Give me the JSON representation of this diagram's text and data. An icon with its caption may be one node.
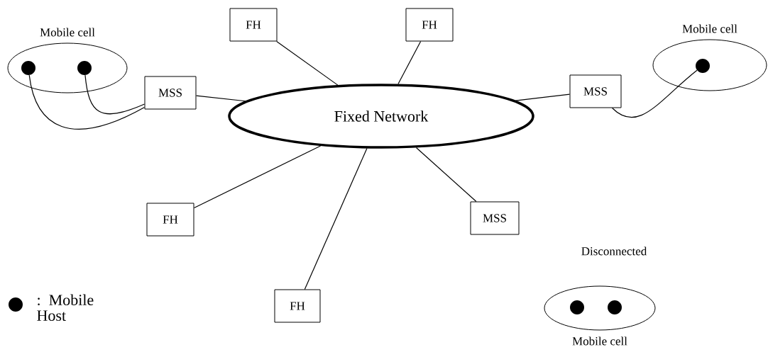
{
  "diagram": {
    "nodes": [
      {
        "text": [
          "Fixed Network"
        ]
      },
      {
        "text": [
          "Mobile cell"
        ]
      },
      {
        "text": [],
        "shape": "circle",
        "in": 1
      },
      {
        "text": [],
        "shape": "circle",
        "in": 1
      },
      {
        "text": [
          "MSS"
        ]
      },
      {
        "text": [
          "FH"
        ]
      },
      {
        "text": [
          "FH"
        ]
      },
      {
        "text": [
          "Mobile cell"
        ]
      },
      {
        "text": [],
        "shape": "circle",
        "in": 7
      },
      {
        "text": [
          "MSS"
        ]
      },
      {
        "text": [
          "FH"
        ]
      },
      {
        "text": [
          "MSS"
        ]
      },
      {
        "text": [
          "FH"
        ]
      },
      {
        "text": [
          "Mobile cell"
        ],
        "beside": [
          "Disconnected"
        ]
      },
      {
        "text": [],
        "shape": "circle",
        "in": 13
      },
      {
        "text": [],
        "shape": "circle",
        "in": 13
      }
    ],
    "edges": [
      {
        "from": 4,
        "to": 0,
        "arrow": "none"
      },
      {
        "from": 5,
        "to": 0,
        "arrow": "none"
      },
      {
        "from": 6,
        "to": 0,
        "arrow": "none"
      },
      {
        "from": 9,
        "to": 0,
        "arrow": "none"
      },
      {
        "from": 10,
        "to": 0,
        "arrow": "none"
      },
      {
        "from": 12,
        "to": 0,
        "arrow": "none"
      },
      {
        "from": 11,
        "to": 0,
        "arrow": "none"
      },
      {
        "from": 2,
        "to": 4,
        "arrow": "none"
      },
      {
        "from": 3,
        "to": 4,
        "arrow": "none"
      },
      {
        "from": 8,
        "to": 9,
        "arrow": "none"
      }
    ],
    "legend": [
      {
        "text": ": Mobile Host"
      }
    ]
  }
}
